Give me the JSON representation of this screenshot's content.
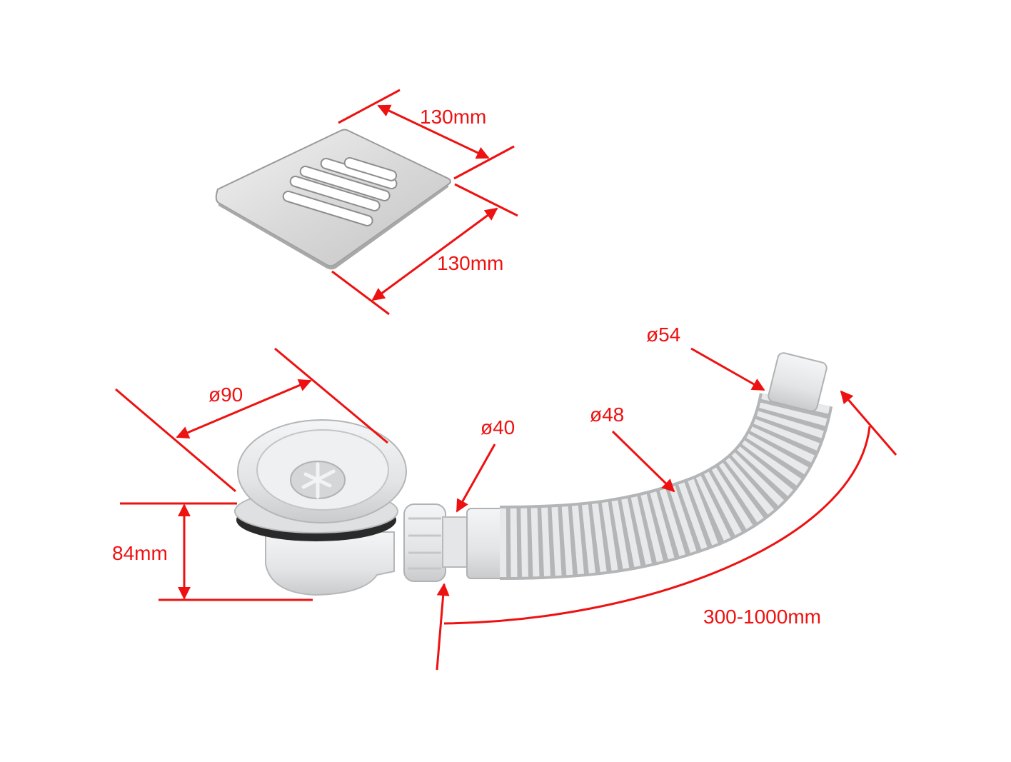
{
  "diagram": {
    "colors": {
      "annotation": "#ee1111",
      "plastic": "#e8e9ea",
      "plastic_shadow": "#c9cbcd",
      "grate": "#dcdcdc",
      "gasket": "#222222"
    },
    "labels": {
      "grate_width": "130mm",
      "grate_depth": "130mm",
      "body_diameter": "ø90",
      "body_height": "84mm",
      "outlet_diameter": "ø40",
      "hose_diameter": "ø48",
      "end_diameter": "ø54",
      "hose_length": "300-1000mm"
    },
    "parts": {
      "grate": "square-grate-icon",
      "trap": "drain-trap-body-icon",
      "hose": "flexible-hose-icon"
    }
  }
}
